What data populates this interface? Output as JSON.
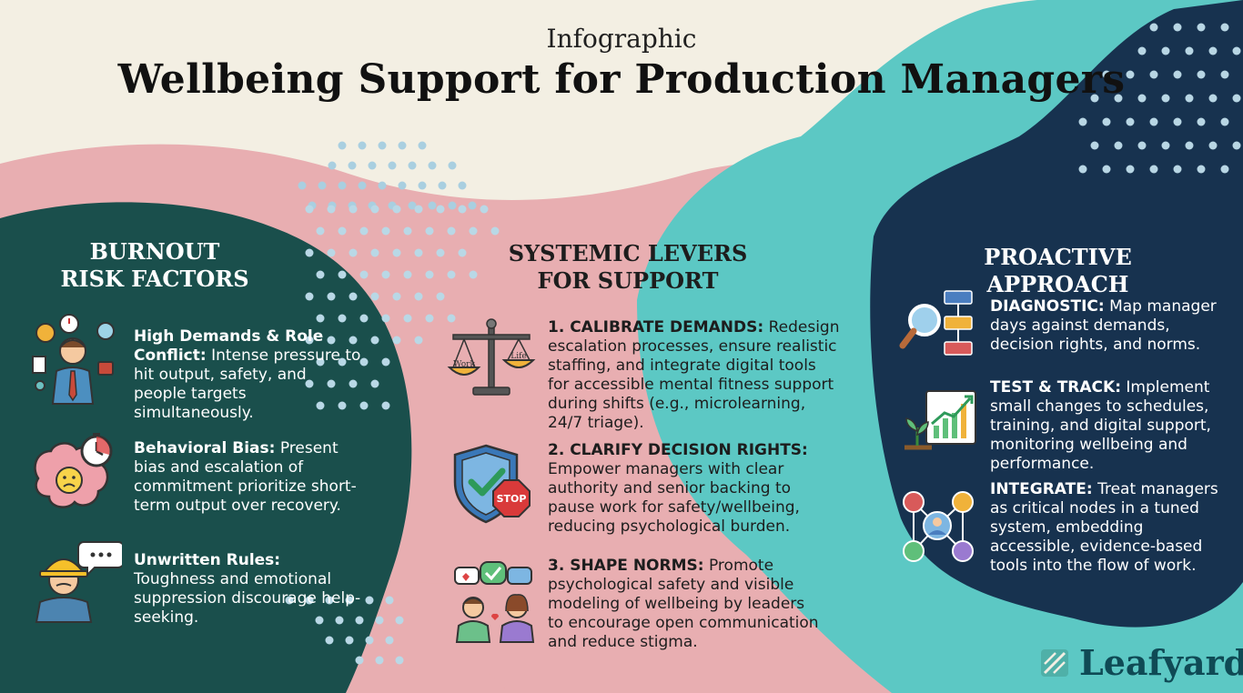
{
  "header": {
    "kicker": "Infographic",
    "title": "Wellbeing Support for Production Managers"
  },
  "colors": {
    "background": "#f3efe3",
    "pink": "#e8aeb1",
    "dark_teal": "#1a4f4c",
    "teal": "#5cc8c4",
    "navy": "#17324f",
    "dots": "#a9cfe0"
  },
  "left": {
    "heading": [
      "BURNOUT",
      "RISK FACTORS"
    ],
    "items": [
      {
        "icon": "stressed-manager-icon",
        "bold": "High Demands & Role Conflict:",
        "text": "Intense pressure to hit output, safety, and people targets simultaneously."
      },
      {
        "icon": "brain-clock-icon",
        "bold": "Behavioral Bias:",
        "text": "Present bias and escalation of commitment prioritize short-term output over recovery."
      },
      {
        "icon": "worker-hardhat-icon",
        "bold": "Unwritten Rules:",
        "text": "Toughness and emotional suppression discourage help-seeking."
      }
    ]
  },
  "middle": {
    "heading": [
      "SYSTEMIC LEVERS",
      "FOR SUPPORT"
    ],
    "items": [
      {
        "icon": "balance-scale-icon",
        "scale_left": "Work",
        "scale_right": "Life",
        "bold": "1. CALIBRATE DEMANDS:",
        "text": "Redesign escalation processes, ensure realistic staffing, and integrate digital tools for accessible mental fitness support during shifts (e.g., microlearning, 24/7 triage)."
      },
      {
        "icon": "shield-stop-icon",
        "stop_label": "STOP",
        "bold": "2. CLARIFY DECISION RIGHTS:",
        "text": "Empower managers with clear authority and senior backing to pause work for safety/wellbeing, reducing psychological burden."
      },
      {
        "icon": "people-conversation-icon",
        "bold": "3. SHAPE NORMS:",
        "text": "Promote psychological safety and visible modeling of wellbeing by leaders to encourage open communication and reduce stigma."
      }
    ]
  },
  "right": {
    "heading": [
      "PROACTIVE APPROACH"
    ],
    "items": [
      {
        "icon": "flowchart-magnifier-icon",
        "bold": "DIAGNOSTIC:",
        "text": "Map manager days against demands, decision rights, and norms."
      },
      {
        "icon": "growth-chart-icon",
        "bold": "TEST & TRACK:",
        "text": "Implement small changes to schedules, training, and digital support, monitoring wellbeing and performance."
      },
      {
        "icon": "network-people-icon",
        "bold": "INTEGRATE:",
        "text": "Treat managers as critical nodes in a tuned system, embedding accessible, evidence-based tools into the flow of work."
      }
    ]
  },
  "brand": {
    "name": "Leafyard",
    "icon": "leaf-logo-icon"
  }
}
